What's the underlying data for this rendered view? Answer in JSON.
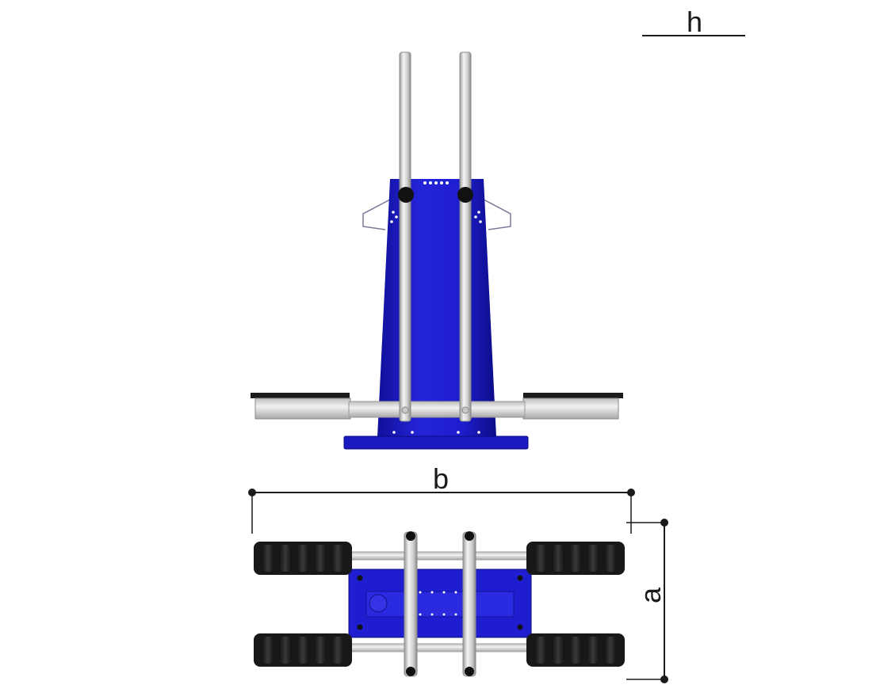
{
  "labels": {
    "height": "h",
    "width": "b",
    "depth": "a"
  },
  "colors": {
    "frame_blue": "#1c1cc8",
    "frame_blue_dark": "#0e0e8a",
    "tube_silver": "#d8d8d8",
    "pad_black": "#1c1c1c",
    "dimension_line": "#1a1a1a"
  },
  "views": [
    "front-elevation",
    "top-plan"
  ]
}
